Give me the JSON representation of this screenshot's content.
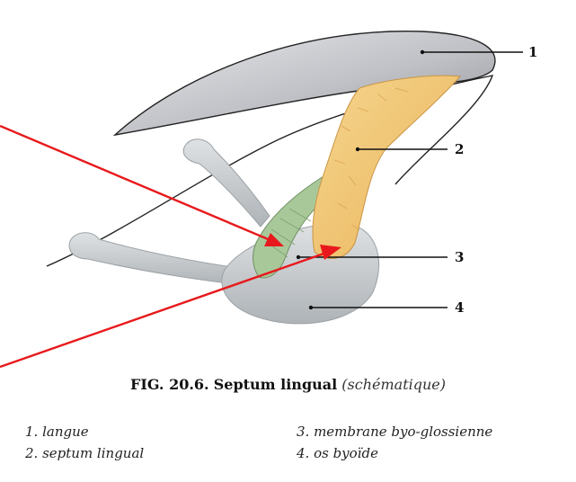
{
  "figure": {
    "callouts": [
      {
        "number": "1",
        "part": "langue"
      },
      {
        "number": "2",
        "part": "septum lingual"
      },
      {
        "number": "3",
        "part": "membrane byo-glossienne"
      },
      {
        "number": "4",
        "part": "os byoïde"
      }
    ],
    "colors": {
      "tongue": "#c9cace",
      "septum": "#f0c878",
      "membrane": "#a9c89a",
      "hyoid": "#c8cccf",
      "arrows": "#e8191c"
    }
  },
  "caption": {
    "fig_label": "FIG. 20.6.",
    "title": "Septum lingual",
    "subtitle": "(schématique)"
  },
  "legend": [
    "1. langue",
    "2. septum lingual",
    "3. membrane byo-glossienne",
    "4. os byoïde"
  ]
}
